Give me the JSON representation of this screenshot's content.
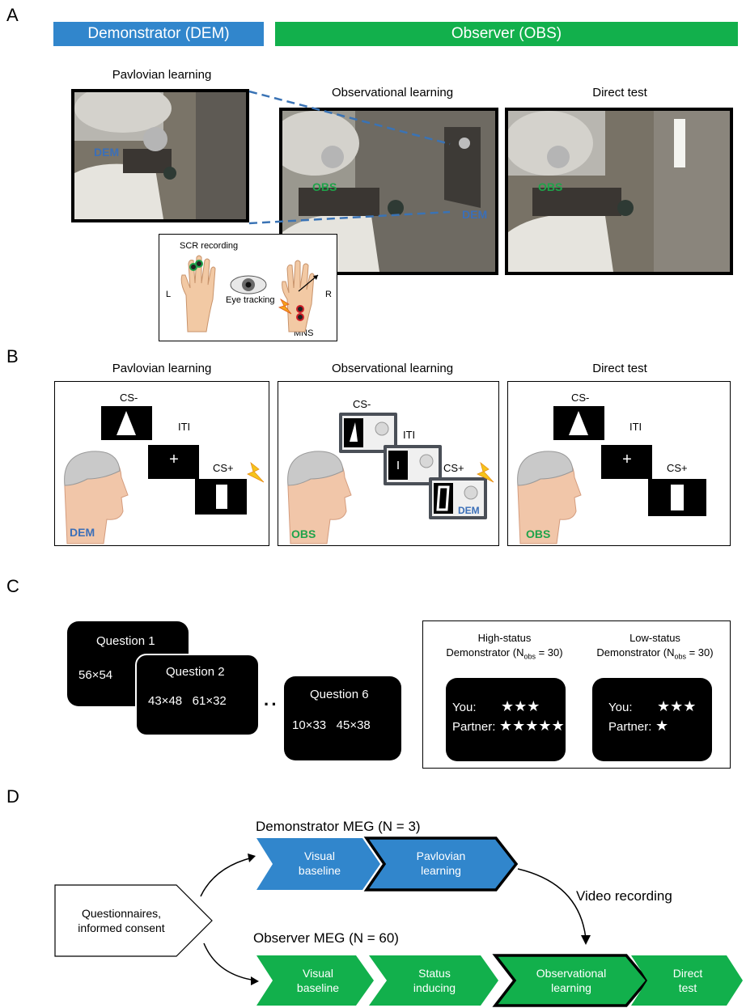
{
  "panelA": {
    "label": "A",
    "dem_banner": "Demonstrator (DEM)",
    "obs_banner": "Observer (OBS)",
    "pavlovian_title": "Pavlovian learning",
    "observational_title": "Observational learning",
    "direct_title": "Direct test",
    "tag_dem": "DEM",
    "tag_obs": "OBS",
    "inset": {
      "scr": "SCR recording",
      "left": "L",
      "right": "R",
      "eye": "Eye tracking",
      "mns": "MNS"
    },
    "colors": {
      "dem": "#3186cc",
      "obs": "#12b04c"
    }
  },
  "panelB": {
    "label": "B",
    "pavlovian_title": "Pavlovian learning",
    "observational_title": "Observational learning",
    "direct_title": "Direct test",
    "cs_minus": "CS-",
    "cs_plus": "CS+",
    "iti": "ITI",
    "plus_sign": "+",
    "tag_dem": "DEM",
    "tag_obs": "OBS"
  },
  "panelC": {
    "label": "C",
    "q1_title": "Question 1",
    "q1_text": "56×54",
    "q2_title": "Question 2",
    "q2_text": "43×48   61×32",
    "ellipsis": "··",
    "q6_title": "Question 6",
    "q6_text": "10×33   45×38",
    "high_line1": "High-status",
    "high_line2a": "Demonstrator (N",
    "high_sub": "obs",
    "high_line2b": " = 30)",
    "low_line1": "Low-status",
    "low_line2a": "Demonstrator (N",
    "low_sub": "obs",
    "low_line2b": " = 30)",
    "you": "You:",
    "partner": "Partner:",
    "you_stars_high": "★★★",
    "partner_stars_high": "★★★★★",
    "you_stars_low": "★★★",
    "partner_stars_low": "★"
  },
  "panelD": {
    "label": "D",
    "dem_meg": "Demonstrator MEG (N = 3)",
    "obs_meg": "Observer MEG (N = 60)",
    "questionnaires": "Questionnaires,",
    "consent": "informed consent",
    "video": "Video recording",
    "dem_steps": [
      [
        "Visual",
        "baseline"
      ],
      [
        "Pavlovian",
        "learning"
      ]
    ],
    "obs_steps": [
      [
        "Visual",
        "baseline"
      ],
      [
        "Status",
        "inducing"
      ],
      [
        "Observational",
        "learning"
      ],
      [
        "Direct",
        "test"
      ]
    ]
  }
}
